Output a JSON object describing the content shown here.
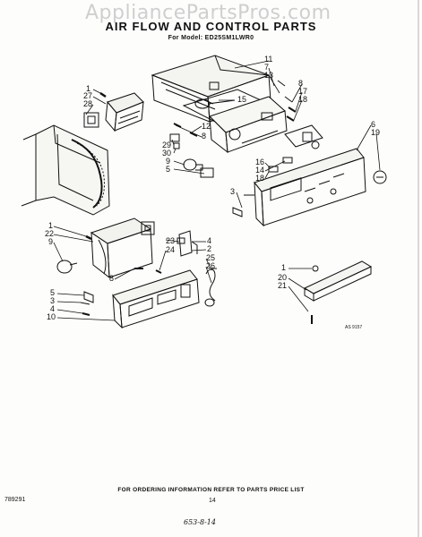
{
  "watermark": "AppliancePartsPros.com",
  "title": "AIR FLOW AND CONTROL PARTS",
  "subtitle": "For Model: ED25SM1LWR0",
  "callouts": {
    "c11": "11",
    "c7": "7",
    "c13": "13",
    "c15": "15",
    "c8a": "8",
    "c17": "17",
    "c18a": "18",
    "c6": "6",
    "c19": "19",
    "c1a": "1",
    "c27": "27",
    "c28": "28",
    "c12": "12",
    "c8b": "8",
    "c29": "29",
    "c30": "30",
    "c9a": "9",
    "c5a": "5",
    "c16": "16",
    "c14": "14",
    "c18b": "18",
    "c3a": "3",
    "c1b": "1",
    "c22": "22",
    "c9b": "9",
    "c23": "23",
    "c24": "24",
    "c4a": "4",
    "c2a": "2",
    "c25": "25",
    "c26": "26",
    "c8c": "8",
    "c5b": "5",
    "c3b": "3",
    "c4b": "4",
    "c10": "10",
    "c1c": "1",
    "c20": "20",
    "c21": "21"
  },
  "drawing_ref": "AS 9157",
  "footer_note": "FOR ORDERING INFORMATION REFER TO PARTS PRICE LIST",
  "doc_number": "789291",
  "page_number": "14",
  "handwritten_note": "653-8-14"
}
